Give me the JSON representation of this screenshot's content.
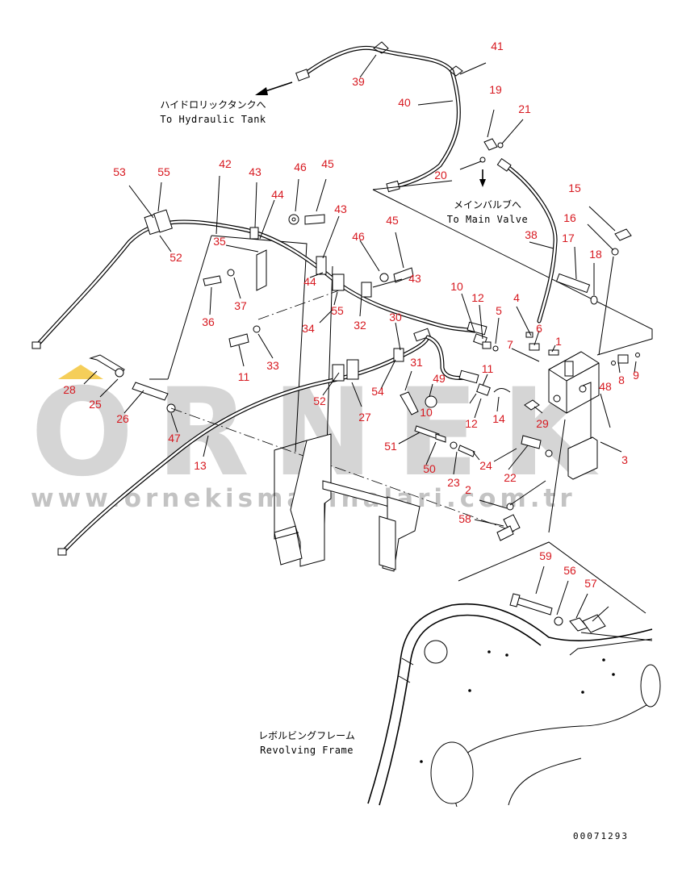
{
  "watermark": {
    "brand": "ORNEK",
    "url": "www.ornekismakinalari.com.tr"
  },
  "notes": {
    "hydraulic_tank_jp": "ハイドロリックタンクへ",
    "hydraulic_tank_en": "To Hydraulic Tank",
    "main_valve_jp": "メインバルブへ",
    "main_valve_en": "To Main Valve",
    "revolving_frame_jp": "レボルビングフレーム",
    "revolving_frame_en": "Revolving Frame"
  },
  "drawing_code": "00071293",
  "part_labels": [
    "41",
    "39",
    "40",
    "19",
    "21",
    "20",
    "15",
    "16",
    "17",
    "18",
    "38",
    "53",
    "55",
    "42",
    "43",
    "46",
    "45",
    "44",
    "43",
    "52",
    "35",
    "36",
    "37",
    "46",
    "45",
    "43",
    "44",
    "55",
    "32",
    "34",
    "33",
    "11",
    "10",
    "12",
    "5",
    "4",
    "6",
    "1",
    "7",
    "8",
    "9",
    "48",
    "30",
    "31",
    "49",
    "54",
    "52",
    "27",
    "28",
    "25",
    "26",
    "47",
    "13",
    "11",
    "10",
    "12",
    "14",
    "29",
    "51",
    "50",
    "23",
    "24",
    "22",
    "3",
    "2",
    "58",
    "59",
    "56",
    "57"
  ],
  "colors": {
    "label": "#d71920",
    "line": "#000000",
    "watermark": "#c8c8c8",
    "watermark_accent": "#f2c230"
  }
}
